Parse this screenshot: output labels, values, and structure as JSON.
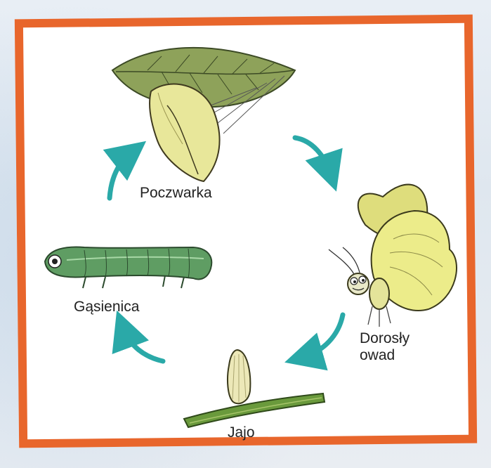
{
  "diagram": {
    "stages": {
      "pupa": "Poczwarka",
      "adult": "Dorosły owad",
      "egg": "Jajo",
      "caterpillar": "Gąsienica"
    }
  },
  "colors": {
    "frame": "#e8662c",
    "arrows": "#2aa9a8",
    "leaf": "#8ea25a",
    "caterpillar": "#5f9d63",
    "wing": "#ecec8a"
  }
}
